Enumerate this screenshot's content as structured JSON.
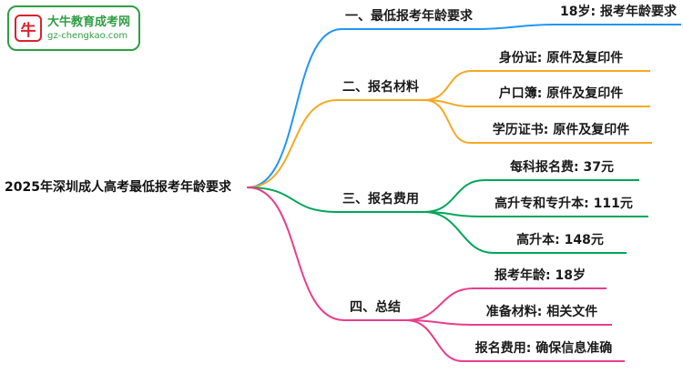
{
  "logo": {
    "title": "大牛教育成考网",
    "url": "gz-chengkao.com",
    "icon_label": "牛",
    "brand_green": "#2f9e44",
    "brand_red": "#d9232e"
  },
  "root": {
    "label": "2025年深圳成人高考最低报考年龄要求"
  },
  "branches": [
    {
      "label": "一、最低报考年龄要求",
      "color": "#2196f3",
      "children": [
        {
          "label": "18岁: 报考年龄要求"
        }
      ]
    },
    {
      "label": "二、报名材料",
      "color": "#f7a823",
      "children": [
        {
          "label": "身份证: 原件及复印件"
        },
        {
          "label": "户口簿: 原件及复印件"
        },
        {
          "label": "学历证书: 原件及复印件"
        }
      ]
    },
    {
      "label": "三、报名费用",
      "color": "#00a65a",
      "children": [
        {
          "label": "每科报名费: 37元"
        },
        {
          "label": "高升专和专升本: 111元"
        },
        {
          "label": "高升本: 148元"
        }
      ]
    },
    {
      "label": "四、总结",
      "color": "#e83e8c",
      "children": [
        {
          "label": "报考年龄: 18岁"
        },
        {
          "label": "准备材料: 相关文件"
        },
        {
          "label": "报名费用: 确保信息准确"
        }
      ]
    }
  ]
}
